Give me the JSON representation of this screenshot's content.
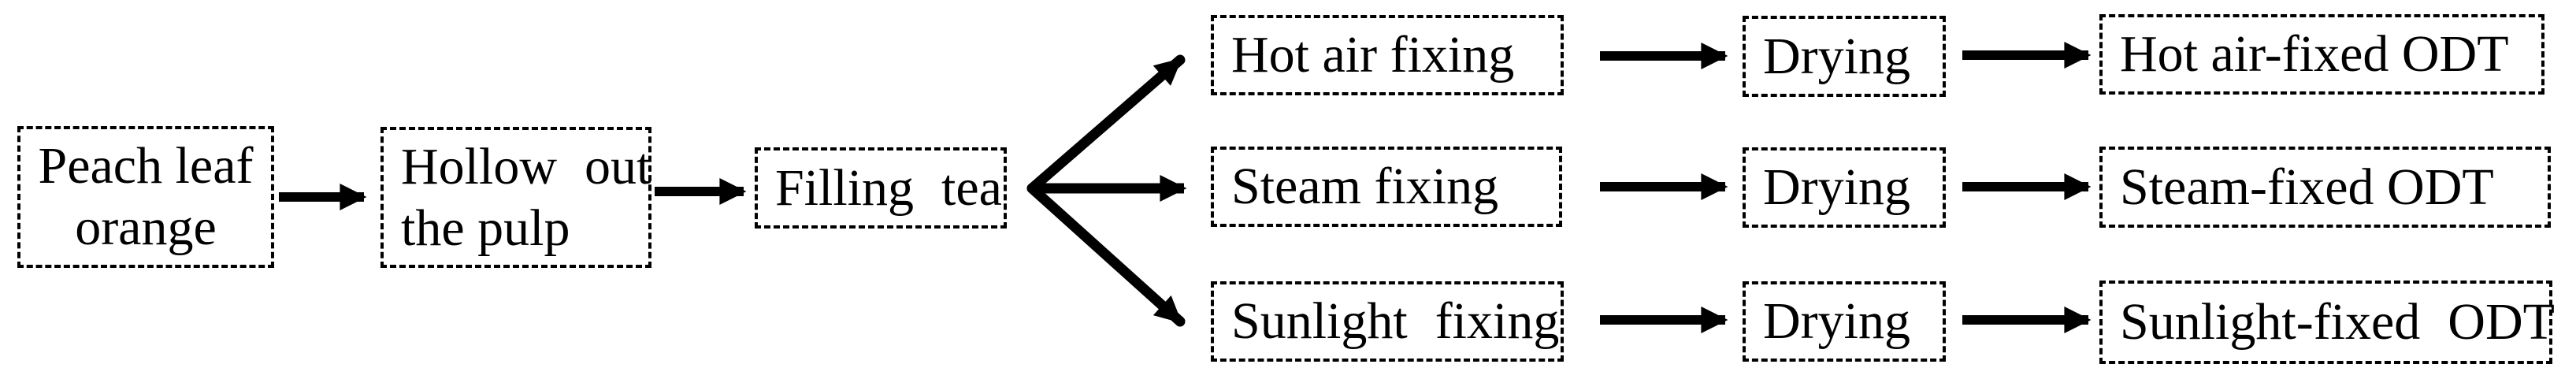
{
  "diagram": {
    "type": "flowchart",
    "colors": {
      "background": "#ffffff",
      "ink": "#000000",
      "box_border": "#000000"
    },
    "nodes": {
      "peach": {
        "lines": [
          "Peach leaf",
          "orange"
        ],
        "label": "Peach leaf orange"
      },
      "hollow": {
        "lines": [
          "Hollow out",
          "the pulp"
        ],
        "label": "Hollow out the pulp"
      },
      "filling": {
        "lines": [
          "Filling tea"
        ],
        "label": "Filling tea"
      },
      "hot_air": {
        "lines": [
          "Hot air fixing"
        ],
        "label": "Hot air fixing"
      },
      "steam": {
        "lines": [
          "Steam fixing"
        ],
        "label": "Steam fixing"
      },
      "sunlight": {
        "lines": [
          "Sunlight fixing"
        ],
        "label": "Sunlight fixing"
      },
      "drying_top": {
        "lines": [
          "Drying"
        ],
        "label": "Drying"
      },
      "drying_mid": {
        "lines": [
          "Drying"
        ],
        "label": "Drying"
      },
      "drying_bot": {
        "lines": [
          "Drying"
        ],
        "label": "Drying"
      },
      "odt_hot_air": {
        "lines": [
          "Hot air-fixed ODT"
        ],
        "label": "Hot air-fixed ODT"
      },
      "odt_steam": {
        "lines": [
          "Steam-fixed ODT"
        ],
        "label": "Steam-fixed ODT"
      },
      "odt_sunlight": {
        "lines": [
          "Sunlight-fixed ODT"
        ],
        "label": "Sunlight-fixed ODT"
      }
    },
    "edges": [
      {
        "from": "Peach leaf orange",
        "to": "Hollow out the pulp"
      },
      {
        "from": "Hollow out the pulp",
        "to": "Filling tea"
      },
      {
        "from": "Filling tea",
        "to": "Hot air fixing"
      },
      {
        "from": "Filling tea",
        "to": "Steam fixing"
      },
      {
        "from": "Filling tea",
        "to": "Sunlight fixing"
      },
      {
        "from": "Hot air fixing",
        "to": "Drying"
      },
      {
        "from": "Drying",
        "to": "Hot air-fixed ODT"
      },
      {
        "from": "Steam fixing",
        "to": "Drying"
      },
      {
        "from": "Drying",
        "to": "Steam-fixed ODT"
      },
      {
        "from": "Sunlight fixing",
        "to": "Drying"
      },
      {
        "from": "Drying",
        "to": "Sunlight-fixed ODT"
      }
    ]
  }
}
